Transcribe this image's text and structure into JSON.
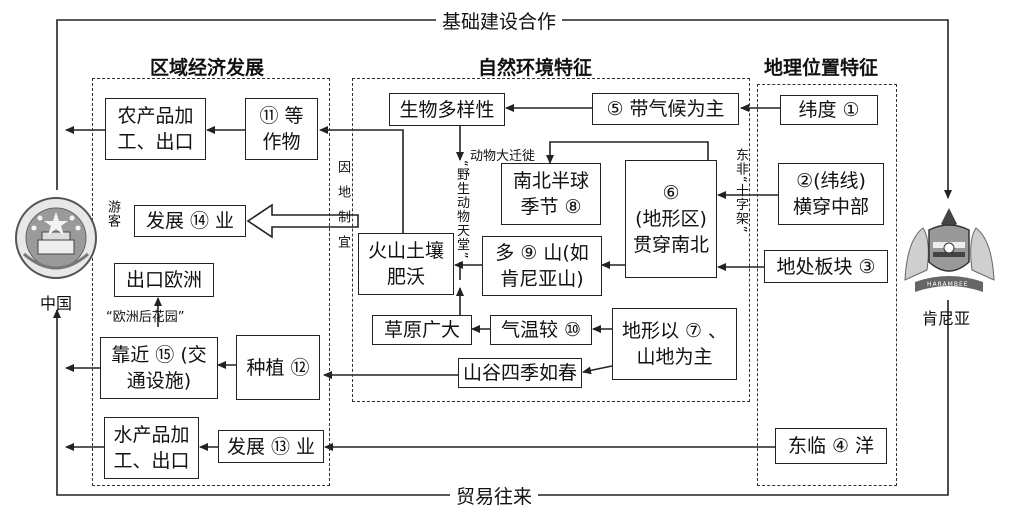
{
  "titles": {
    "top": "基础建设合作",
    "bottom": "贸易往来",
    "region_econ": "区域经济发展",
    "region_nature": "自然环境特征",
    "region_geo": "地理位置特征"
  },
  "countries": {
    "china": "中国",
    "kenya": "肯尼亚"
  },
  "emblem": {
    "kenya_motto": "HARAMBEE"
  },
  "boxes": {
    "weidu": [
      "纬度 ①"
    ],
    "weixian": [
      "②(纬线)",
      "横穿中部"
    ],
    "bankuai": [
      "地处板块 ③"
    ],
    "donglin": [
      "东临 ④ 洋"
    ],
    "qihou": [
      "⑤ 带气候为主"
    ],
    "shengwu": [
      "生物多样性"
    ],
    "nanbei": [
      "南北半球",
      "季节 ⑧"
    ],
    "dixingqu": [
      "⑥",
      "(地形区)",
      "贯穿南北"
    ],
    "duoshan": [
      "多 ⑨ 山(如",
      "肯尼亚山)"
    ],
    "huoshan": [
      "火山土壤",
      "肥沃"
    ],
    "dixing7": [
      "地形以 ⑦ 、",
      "山地为主"
    ],
    "qiwen": [
      "气温较 ⑩"
    ],
    "caoyuan": [
      "草原广大"
    ],
    "shangu": [
      "山谷四季如春"
    ],
    "nongchan": [
      "农产品加",
      "工、出口"
    ],
    "zuowu": [
      "⑪ 等",
      "作物"
    ],
    "fazhan14": [
      "发展 ⑭ 业"
    ],
    "chukou": [
      "出口欧洲"
    ],
    "kaojin": [
      "靠近 ⑮ (交",
      "通设施)"
    ],
    "zhongzhi": [
      "种植 ⑫"
    ],
    "shuichan": [
      "水产品加",
      "工、出口"
    ],
    "fazhan13": [
      "发展 ⑬ 业"
    ]
  },
  "labels": {
    "dongwu": "动物大迁徙",
    "yesheng": "“野生动物天堂”",
    "dongfei": "东非“十字架”",
    "yinzhi": "因地制宜",
    "youke": "游客",
    "ouzhou": "“欧洲后花园”"
  }
}
